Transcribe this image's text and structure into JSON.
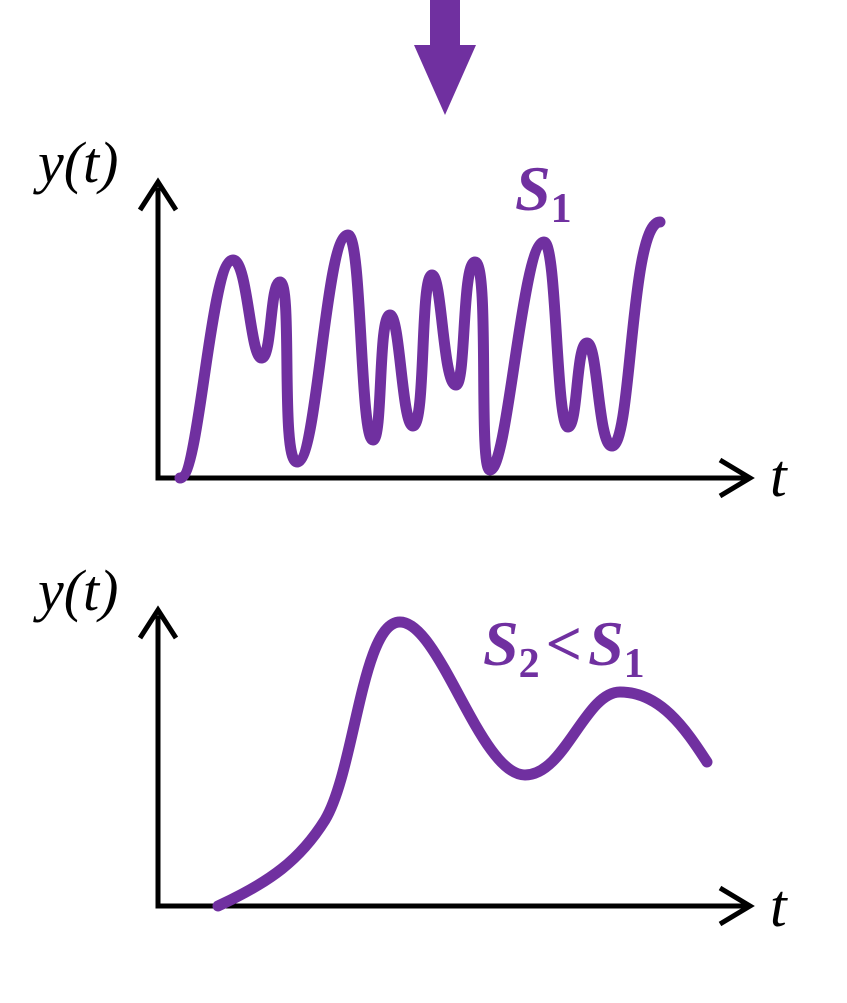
{
  "colors": {
    "accent": "#7030a0",
    "axis": "#000000",
    "background": "#ffffff"
  },
  "top_arrow": {
    "icon": "arrow-down-icon",
    "direction": "down"
  },
  "top_plot": {
    "y_axis_label": "y(t)",
    "x_axis_label": "t",
    "series_label": {
      "symbol": "S",
      "subscript": "1"
    },
    "behavior": "rapid oscillation"
  },
  "bottom_plot": {
    "y_axis_label": "y(t)",
    "x_axis_label": "t",
    "series_label": {
      "left_symbol": "S",
      "left_subscript": "2",
      "operator": "<",
      "right_symbol": "S",
      "right_subscript": "1"
    },
    "behavior": "slow oscillation"
  }
}
